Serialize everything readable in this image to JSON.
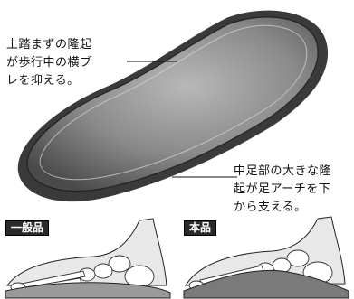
{
  "annotations": {
    "toe_ridge": [
      "土踏まずの隆起",
      "が歩行中の横ブ",
      "レを抑える。"
    ],
    "midfoot_ridge": [
      "中足部の大きな隆",
      "起が足アーチを下",
      "から支える。"
    ]
  },
  "comparison": {
    "left_label": "一般品",
    "right_label": "本品"
  },
  "colors": {
    "ink": "#111111",
    "tag_background": "#2a2a2a",
    "tag_text": "#ffffff",
    "insole_fill": "#7a7a7a"
  }
}
